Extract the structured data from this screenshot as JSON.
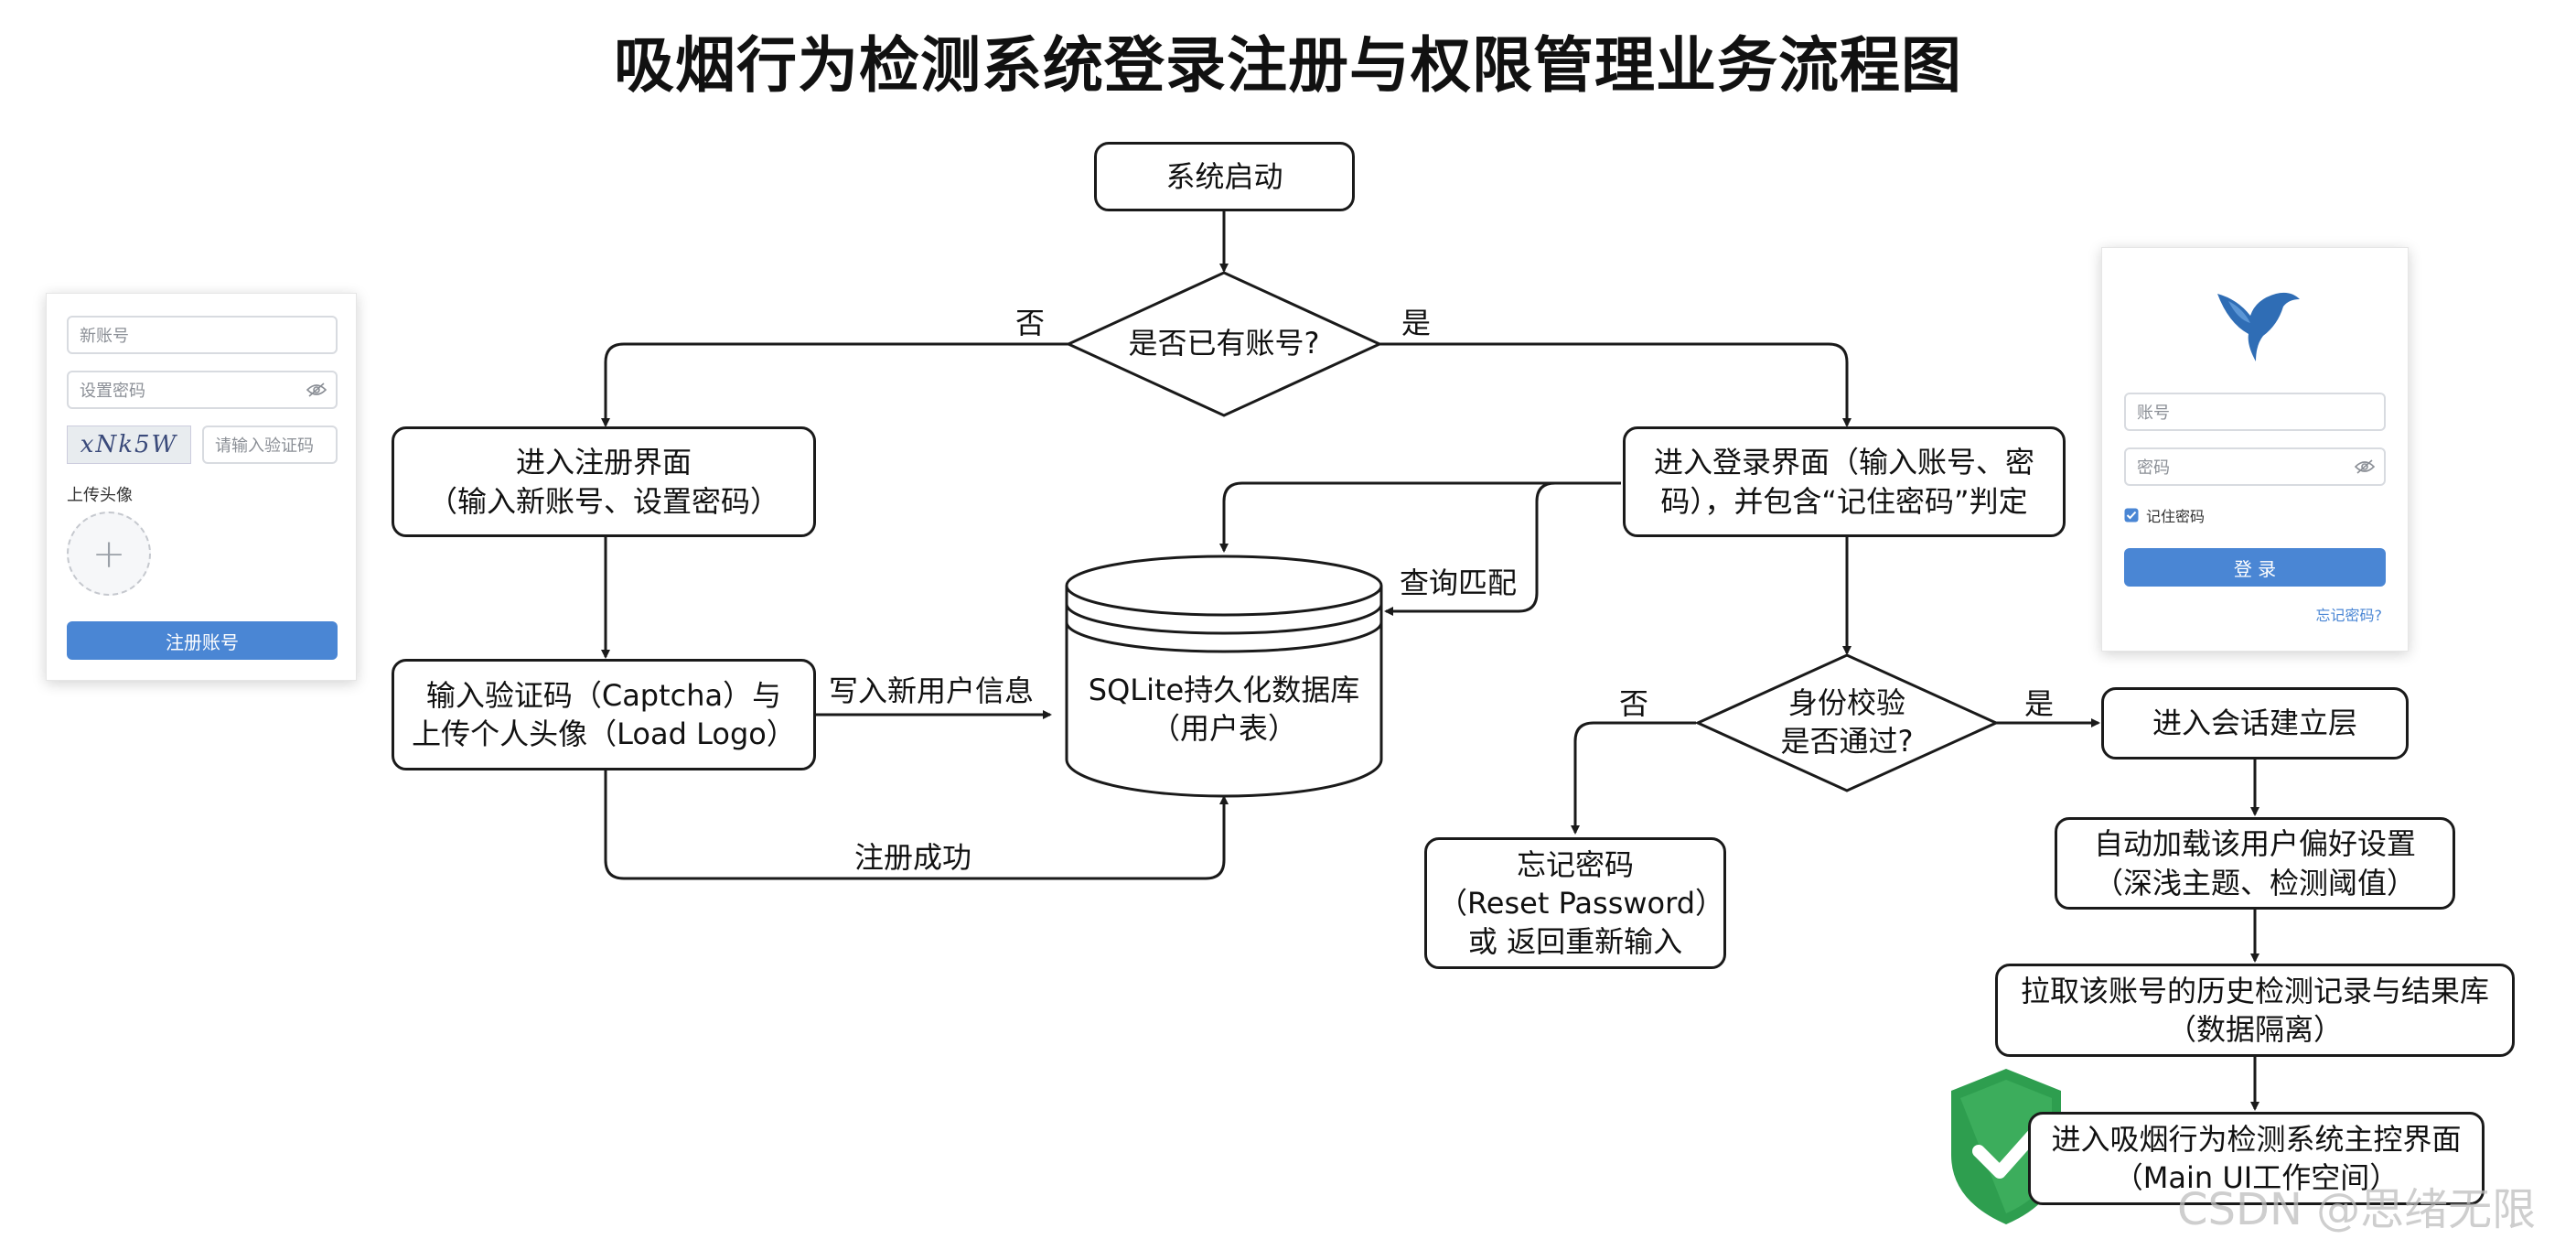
{
  "title": "吸烟行为检测系统登录注册与权限管理业务流程图",
  "nodes": {
    "start": [
      "系统启动"
    ],
    "has_account": [
      "是否已有账号?"
    ],
    "register": [
      "进入注册界面",
      "（输入新账号、设置密码）"
    ],
    "captcha": [
      "输入验证码（Captcha）与",
      "上传个人头像（Load Logo）"
    ],
    "db": [
      "SQLite持久化数据库",
      "（用户表）"
    ],
    "login": [
      "进入登录界面（输入账号、密",
      "码），并包含“记住密码”判定"
    ],
    "auth": [
      "身份校验",
      "是否通过?"
    ],
    "forgot": [
      "忘记密码",
      "（Reset Password）",
      "或 返回重新输入"
    ],
    "session": [
      "进入会话建立层"
    ],
    "prefs": [
      "自动加载该用户偏好设置",
      "（深浅主题、检测阈值）"
    ],
    "history": [
      "拉取该账号的历史检测记录与结果库",
      "（数据隔离）"
    ],
    "main_ui": [
      "进入吸烟行为检测系统主控界面",
      "（Main UI工作空间）"
    ]
  },
  "edge_labels": {
    "no_account": "否",
    "yes_account": "是",
    "write_user": "写入新用户信息",
    "register_success": "注册成功",
    "query_match": "查询匹配",
    "auth_no": "否",
    "auth_yes": "是"
  },
  "register_card": {
    "new_account_placeholder": "新账号",
    "set_password_placeholder": "设置密码",
    "captcha_text": "xNk5W",
    "captcha_placeholder": "请输入验证码",
    "avatar_label": "上传头像",
    "upload_symbol": "+",
    "submit": "注册账号"
  },
  "login_card": {
    "account_placeholder": "账号",
    "password_placeholder": "密码",
    "remember": "记住密码",
    "submit": "登 录",
    "forgot": "忘记密码?"
  },
  "watermark": "CSDN @思绪无限",
  "colors": {
    "accent": "#4a86d4",
    "bird": "#2f6db5",
    "shield": "#2e9e4f",
    "line": "#1a1a1a"
  }
}
